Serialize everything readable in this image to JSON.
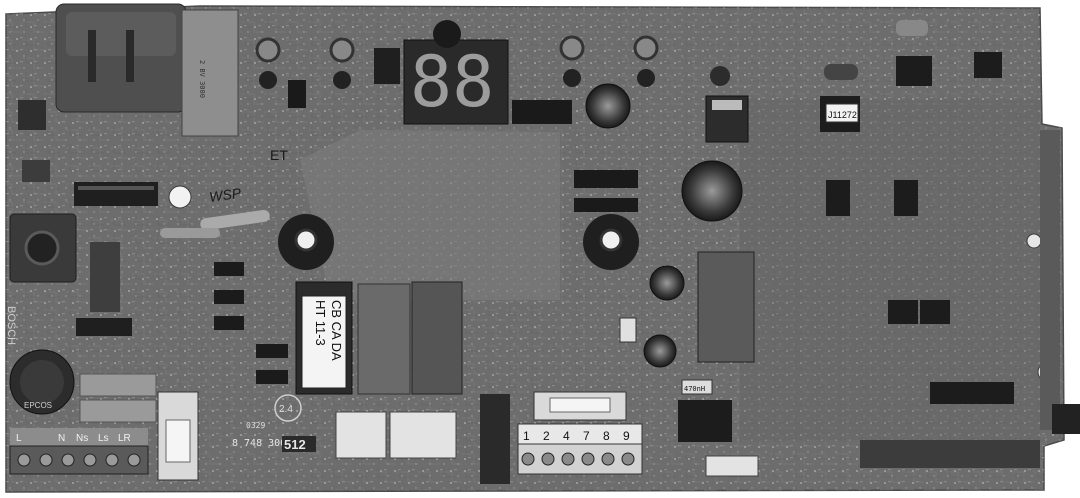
{
  "board": {
    "silkscreen_et": "ET",
    "silkscreen_wsp": "WSP",
    "silkscreen_bosch": "BOSCH",
    "chip_label": "J11272",
    "part_number": "8 748 300",
    "part_suffix": "512",
    "date_code": "0329",
    "rev_marker": "2.4",
    "display_digits": "88"
  },
  "sticker": {
    "line1": "HT  11-3",
    "line2": "CB  CA  DA"
  },
  "terminals": {
    "mains_labels": [
      "L",
      "N",
      "Ns",
      "Ls",
      "LR"
    ],
    "numbered_labels": [
      "1",
      "2",
      "4",
      "7",
      "8",
      "9"
    ]
  },
  "components": {
    "epcos_label": "EPCOS",
    "resistor_code": "470nH"
  },
  "colors": {
    "board": "#6e6e6e",
    "dark": "#262626",
    "connector_white": "#e4e4e4"
  }
}
